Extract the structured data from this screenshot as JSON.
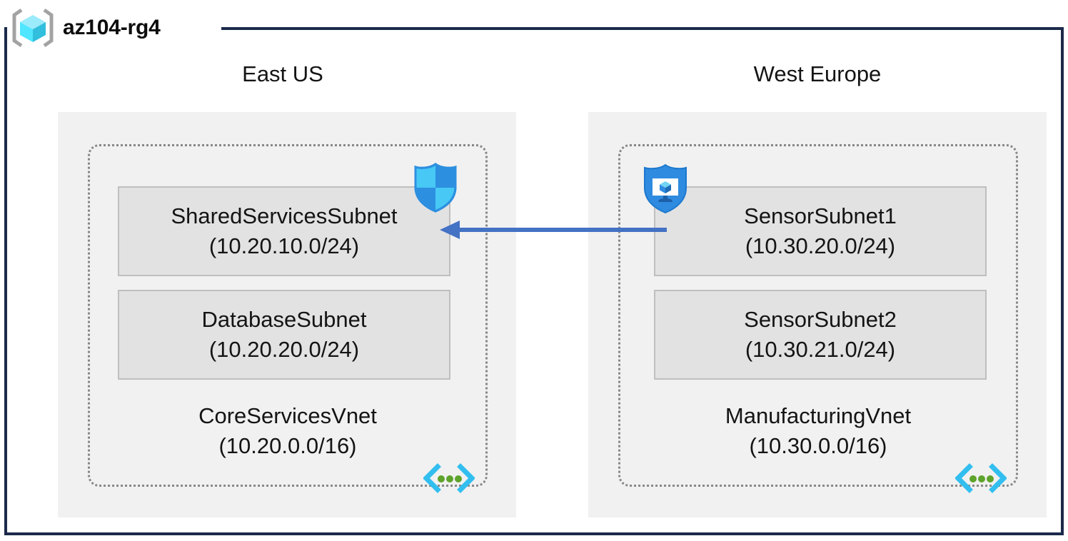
{
  "resource_group": {
    "name": "az104-rg4",
    "icon": "resource-group-cube-icon"
  },
  "colors": {
    "frame_border": "#1B2A4A",
    "region_fill": "#F1F1F1",
    "vnet_border": "#878787",
    "subnet_fill": "#E2E2E2",
    "subnet_border": "#BFBFBF",
    "arrow": "#4472C4",
    "nsg_shield_light": "#47C8F5",
    "nsg_shield_dark": "#2D8FE0",
    "asg_shield": "#2E8BE0",
    "peering_chevron": "#32BEEF",
    "peering_dot": "#5EA32B",
    "cube_light": "#9BEBFB",
    "cube_mid": "#50E6FF",
    "cube_dark": "#32BEDD",
    "bracket": "#A3A3A3",
    "text": "#141414"
  },
  "regions": [
    {
      "label": "East US",
      "vnet": {
        "name": "CoreServicesVnet",
        "cidr": "(10.20.0.0/16)",
        "peering_icon": "vnet-peering-icon",
        "subnets": [
          {
            "name": "SharedServicesSubnet",
            "cidr": "(10.20.10.0/24)",
            "attached_icon": "nsg-shield-icon"
          },
          {
            "name": "DatabaseSubnet",
            "cidr": "(10.20.20.0/24)",
            "attached_icon": null
          }
        ]
      }
    },
    {
      "label": "West Europe",
      "vnet": {
        "name": "ManufacturingVnet",
        "cidr": "(10.30.0.0/16)",
        "peering_icon": "vnet-peering-icon",
        "subnets": [
          {
            "name": "SensorSubnet1",
            "cidr": "(10.30.20.0/24)",
            "attached_icon": "application-security-group-icon"
          },
          {
            "name": "SensorSubnet2",
            "cidr": "(10.30.21.0/24)",
            "attached_icon": null
          }
        ]
      }
    }
  ],
  "connection": {
    "name": "vnet-peering-arrow",
    "direction": "right-to-left",
    "from": "SensorSubnet1",
    "to": "SharedServicesSubnet",
    "color": "#4472C4"
  }
}
